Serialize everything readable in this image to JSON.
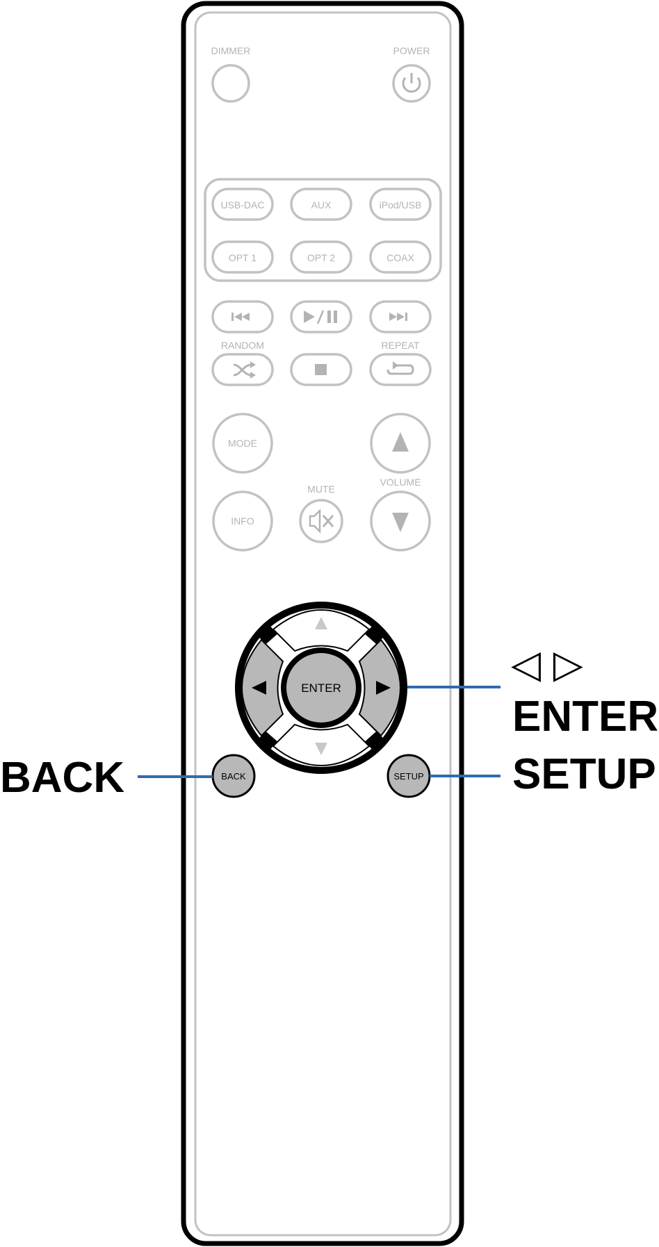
{
  "remote": {
    "top": {
      "dimmer_label": "DIMMER",
      "power_label": "POWER"
    },
    "inputs": {
      "row1": [
        "USB-DAC",
        "AUX",
        "iPod/USB"
      ],
      "row2": [
        "OPT 1",
        "OPT 2",
        "COAX"
      ]
    },
    "transport": {
      "random_label": "RANDOM",
      "repeat_label": "REPEAT",
      "play_pause": "▶/❚❚"
    },
    "controls": {
      "mode_label": "MODE",
      "info_label": "INFO",
      "mute_label": "MUTE",
      "volume_label": "VOLUME"
    },
    "nav": {
      "enter_label": "ENTER",
      "back_label": "BACK",
      "setup_label": "SETUP"
    }
  },
  "callouts": {
    "arrows_label": "◁ ▷",
    "enter_label": "ENTER",
    "setup_label": "SETUP",
    "back_label": "BACK"
  },
  "colors": {
    "leader_line": "#2e6cad",
    "highlight_button": "#b8b8b8",
    "faded": "#c2c2c2",
    "body_outline": "#000000"
  }
}
